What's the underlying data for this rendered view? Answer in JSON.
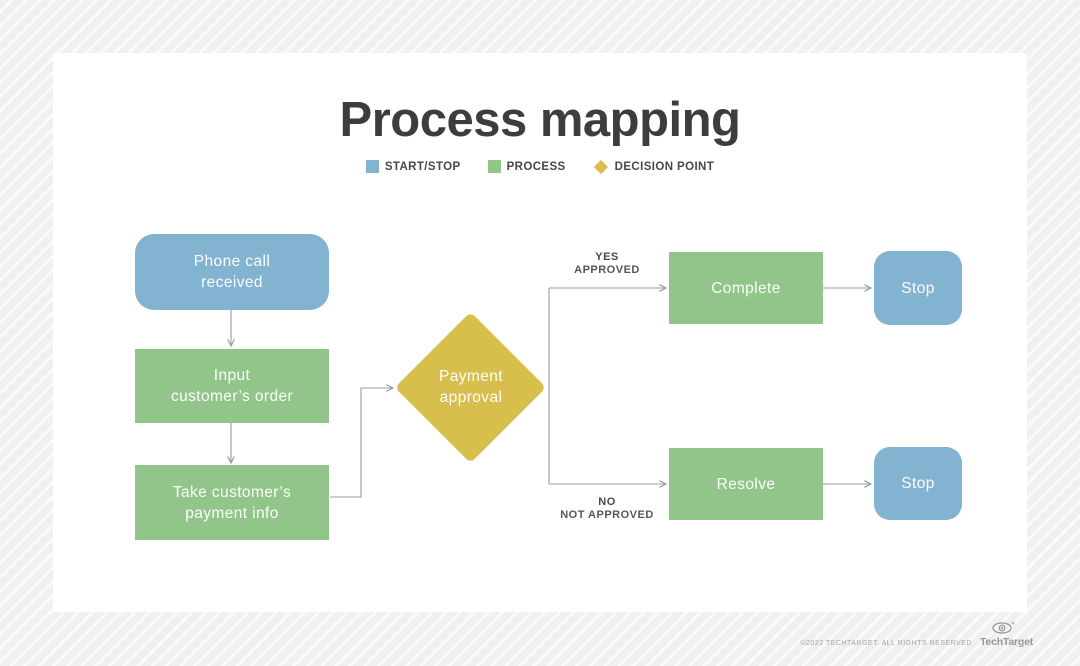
{
  "title": "Process mapping",
  "legend": [
    {
      "label": "START/STOP",
      "color": "#82b3d0",
      "shape": "square"
    },
    {
      "label": "PROCESS",
      "color": "#92c58a",
      "shape": "square"
    },
    {
      "label": "DECISION POINT",
      "color": "#d8be4d",
      "shape": "diamond"
    }
  ],
  "nodes": {
    "phone": {
      "label": "Phone call\nreceived",
      "type": "start-stop"
    },
    "input": {
      "label": "Input\ncustomer’s order",
      "type": "process"
    },
    "take": {
      "label": "Take customer’s\npayment info",
      "type": "process"
    },
    "decision": {
      "label": "Payment\napproval",
      "type": "decision"
    },
    "complete": {
      "label": "Complete",
      "type": "process"
    },
    "stop_top": {
      "label": "Stop",
      "type": "start-stop"
    },
    "resolve": {
      "label": "Resolve",
      "type": "process"
    },
    "stop_bottom": {
      "label": "Stop",
      "type": "start-stop"
    }
  },
  "branch_labels": {
    "yes": "YES",
    "yes_sub": "APPROVED",
    "no": "NO",
    "no_sub": "NOT APPROVED"
  },
  "edges": [
    {
      "from": "phone",
      "to": "input"
    },
    {
      "from": "input",
      "to": "take"
    },
    {
      "from": "take",
      "to": "decision"
    },
    {
      "from": "decision",
      "to": "complete",
      "label": "YES APPROVED"
    },
    {
      "from": "decision",
      "to": "resolve",
      "label": "NO NOT APPROVED"
    },
    {
      "from": "complete",
      "to": "stop_top"
    },
    {
      "from": "resolve",
      "to": "stop_bottom"
    }
  ],
  "footer": {
    "copyright": "©2022 TECHTARGET. ALL RIGHTS RESERVED",
    "brand": "TechTarget"
  },
  "colors": {
    "start_stop": "#82b3d0",
    "process": "#92c58a",
    "decision": "#d8be4d",
    "connector": "#9b9b9b",
    "title_text": "#3c3d3f",
    "background_base": "#f0f0f1",
    "background_stripe": "#fafafa",
    "card": "#ffffff"
  }
}
